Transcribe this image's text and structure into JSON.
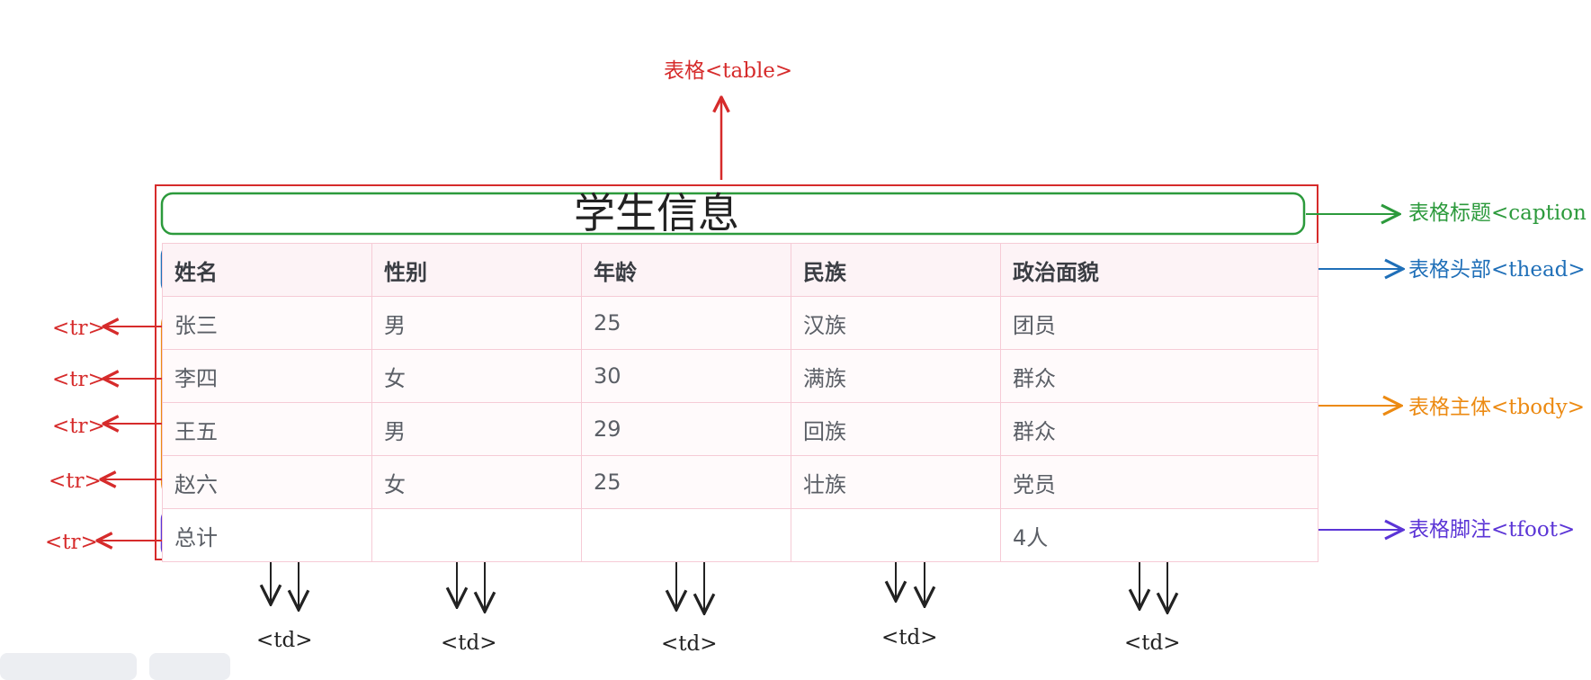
{
  "caption": "学生信息",
  "thead": [
    "姓名",
    "性别",
    "年龄",
    "民族",
    "政治面貌"
  ],
  "tbody": [
    [
      "张三",
      "男",
      "25",
      "汉族",
      "团员"
    ],
    [
      "李四",
      "女",
      "30",
      "满族",
      "群众"
    ],
    [
      "王五",
      "男",
      "29",
      "回族",
      "群众"
    ],
    [
      "赵六",
      "女",
      "25",
      "壮族",
      "党员"
    ]
  ],
  "tfoot": [
    "总计",
    "",
    "",
    "",
    "4人"
  ],
  "annotations": {
    "table": "表格<table>",
    "caption": "表格标题<caption",
    "thead": "表格头部<thead>",
    "tbody": "表格主体<tbody>",
    "tfoot": "表格脚注<tfoot>",
    "tr": "<tr>",
    "td": "<td>"
  },
  "colors": {
    "table": "#d62b2b",
    "caption": "#2c9a3c",
    "thead": "#1f6fb8",
    "tbody": "#ec8a12",
    "tfoot": "#5b35d6",
    "tr": "#d62b2b",
    "td": "#222222"
  }
}
